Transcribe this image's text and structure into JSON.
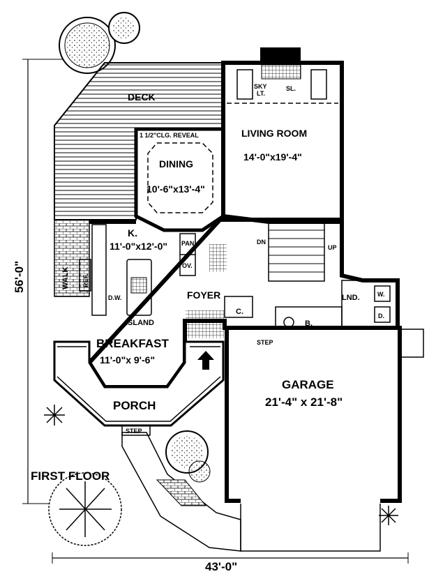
{
  "plan": {
    "floor_label": "FIRST FLOOR",
    "width_dim": "43'-0\"",
    "depth_dim": "56'-0\"",
    "rooms": {
      "deck": "DECK",
      "ceiling_note": "1 1/2\"CLG. REVEAL",
      "dining_name": "DINING",
      "dining_size": "10'-6\"x13'-4\"",
      "living_name": "LIVING ROOM",
      "living_size": "14'-0\"x19'-4\"",
      "sky_lt": "SKY",
      "sky_lt2": "LT.",
      "sl": "SL.",
      "kitchen_name": "K.",
      "kitchen_size": "11'-0\"x12'-0\"",
      "pan": "PAN",
      "ov": "OV.",
      "walk": "WALK",
      "ref": "REF.",
      "dw": "D.W.",
      "island": "ISLAND",
      "foyer": "FOYER",
      "closet": "C.",
      "dn": "DN",
      "up": "UP",
      "lnd": "LND.",
      "washer": "W.",
      "dryer": "D.",
      "bath": "B.",
      "step_garage": "STEP",
      "breakfast_name": "BREAKFAST",
      "breakfast_size": "11'-0\"x 9'-6\"",
      "porch": "PORCH",
      "step_porch": "STEP",
      "garage_name": "GARAGE",
      "garage_size": "21'-4\" x 21'-8\""
    }
  }
}
